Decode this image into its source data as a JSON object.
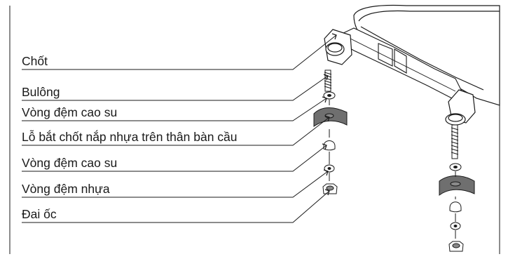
{
  "labels": [
    "Chốt",
    "Bulông",
    "Vòng đệm cao su",
    "Lỗ bắt chốt nắp nhựa trên thân bàn cầu",
    "Vòng đệm cao su",
    "Vòng đệm nhựa",
    "Đai ốc"
  ],
  "colors": {
    "line": "#1a1a1a",
    "part_gray": "#6f6f6f",
    "background": "#ffffff"
  }
}
